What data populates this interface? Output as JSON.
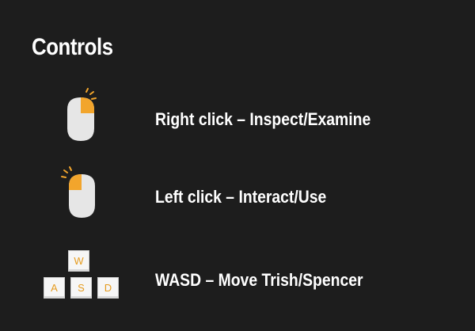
{
  "title": "Controls",
  "controls": [
    {
      "icon": "mouse-right-click-icon",
      "label": "Right click – Inspect/Examine"
    },
    {
      "icon": "mouse-left-click-icon",
      "label": "Left click – Interact/Use"
    },
    {
      "icon": "wasd-keys-icon",
      "label": "WASD – Move Trish/Spencer",
      "keys": [
        "W",
        "A",
        "S",
        "D"
      ]
    }
  ],
  "colors": {
    "background": "#1d1d1d",
    "text": "#ffffff",
    "accent": "#f2a52c",
    "mouse_body": "#e6e6e6",
    "key_face": "#f6f6f6"
  }
}
